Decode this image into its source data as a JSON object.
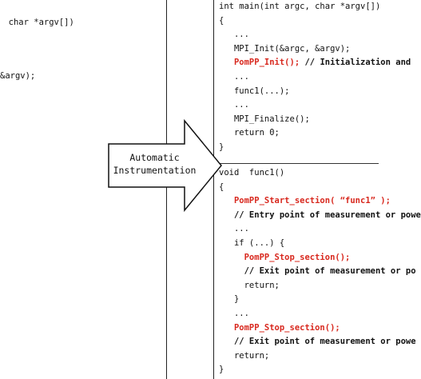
{
  "left_code": [
    "  char *argv[])",
    "&argv);"
  ],
  "arrow": {
    "line1": "Automatic",
    "line2": "Instrumentation"
  },
  "main_block": [
    {
      "text": "int main(int argc, char *argv[])",
      "style": "normal"
    },
    {
      "text": "{",
      "style": "normal"
    },
    {
      "text": "   ...",
      "style": "normal"
    },
    {
      "text": "   MPI_Init(&argc, &argv);",
      "style": "normal"
    },
    {
      "text": "   PomPP_Init(); // Initialization and",
      "style": "mixed",
      "hl": "PomPP_Init();",
      "rest": " // Initialization and"
    },
    {
      "text": "   ...",
      "style": "normal"
    },
    {
      "text": "   func1(...);",
      "style": "normal"
    },
    {
      "text": "   ...",
      "style": "normal"
    },
    {
      "text": "   MPI_Finalize();",
      "style": "normal"
    },
    {
      "text": "   return 0;",
      "style": "normal"
    },
    {
      "text": "}",
      "style": "normal"
    }
  ],
  "func_block": [
    {
      "text": "void  func1()",
      "style": "normal"
    },
    {
      "text": "{",
      "style": "normal"
    },
    {
      "text": "   PomPP_Start_section( “func1” );",
      "style": "hl"
    },
    {
      "text": "   // Entry point of measurement or powe",
      "style": "bold"
    },
    {
      "text": "   ...",
      "style": "normal"
    },
    {
      "text": "   if (...) {",
      "style": "normal"
    },
    {
      "text": "     PomPP_Stop_section();",
      "style": "hl"
    },
    {
      "text": "     // Exit point of measurement or po",
      "style": "bold"
    },
    {
      "text": "     return;",
      "style": "normal"
    },
    {
      "text": "   }",
      "style": "normal"
    },
    {
      "text": "   ...",
      "style": "normal"
    },
    {
      "text": "   PomPP_Stop_section();",
      "style": "hl"
    },
    {
      "text": "   // Exit point of measurement or powe",
      "style": "bold"
    },
    {
      "text": "   return;",
      "style": "normal"
    },
    {
      "text": "}",
      "style": "normal"
    }
  ]
}
